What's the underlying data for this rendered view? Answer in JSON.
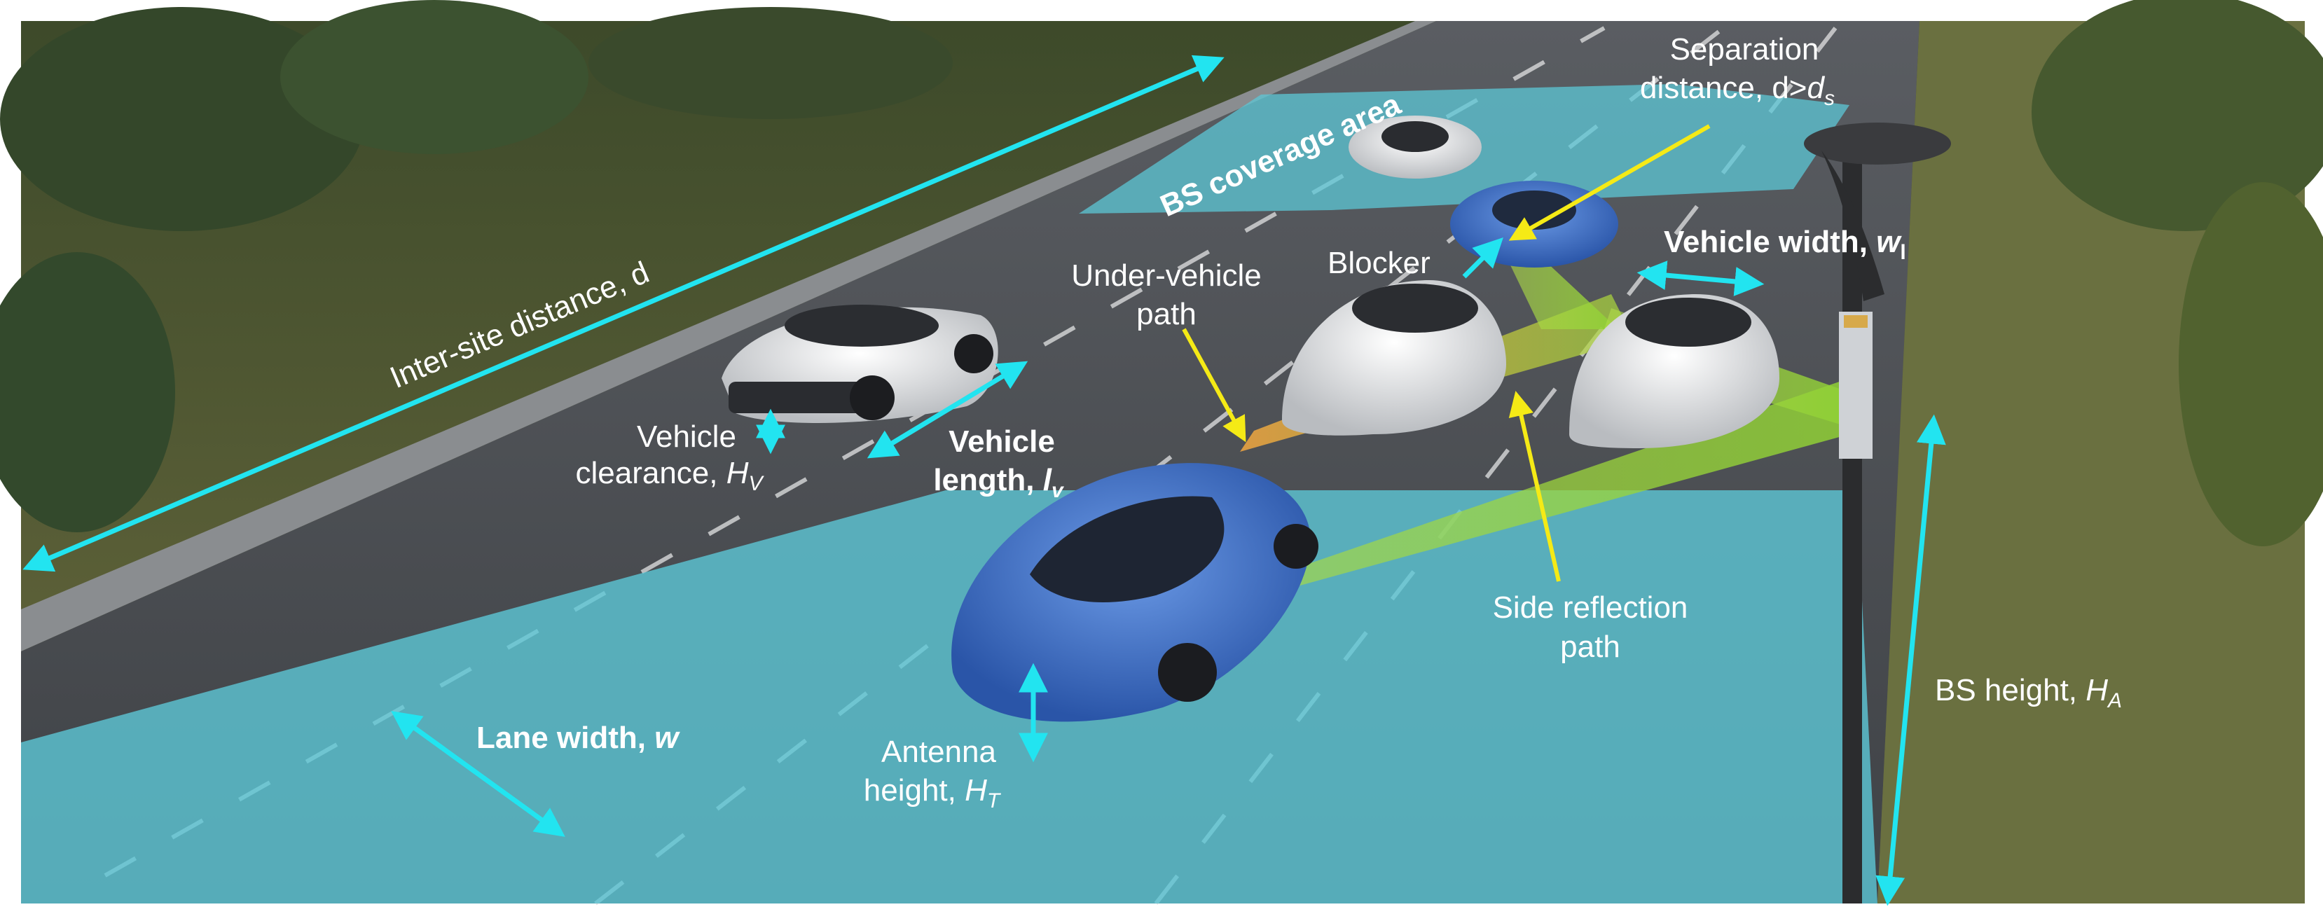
{
  "labels": {
    "inter_site_distance": "Inter-site distance, d",
    "bs_coverage_area": "BS coverage area",
    "separation_line1": "Separation",
    "separation_line2": "distance, d>",
    "separation_var": "d",
    "separation_sub": "s",
    "blocker": "Blocker",
    "vehicle_width": "Vehicle width, ",
    "vehicle_width_var": "w",
    "vehicle_width_sub": "l",
    "under_vehicle_line1": "Under-vehicle",
    "under_vehicle_line2": "path",
    "vehicle_clearance_line1": "Vehicle",
    "vehicle_clearance_line2": "clearance, ",
    "vehicle_clearance_var": "H",
    "vehicle_clearance_sub": "V",
    "vehicle_length_line1": "Vehicle",
    "vehicle_length_line2": "length, ",
    "vehicle_length_var": "l",
    "vehicle_length_sub": "v",
    "side_reflection_line1": "Side reflection",
    "side_reflection_line2": "path",
    "lane_width": "Lane width, ",
    "lane_width_var": "w",
    "antenna_line1": "Antenna",
    "antenna_line2": "height, ",
    "antenna_var": "H",
    "antenna_sub": "T",
    "bs_height": "BS height, ",
    "bs_height_var": "H",
    "bs_height_sub": "A"
  },
  "colors": {
    "dimension_arrow": "#22e4f0",
    "callout_arrow": "#f5ea16",
    "coverage": "#5cc7d6",
    "beam": "#9ad83a",
    "road": "#4a4d52",
    "grass": "#5f6a3c",
    "foreground_car": "#3b6fc9",
    "white_car": "#e6e8ea"
  }
}
